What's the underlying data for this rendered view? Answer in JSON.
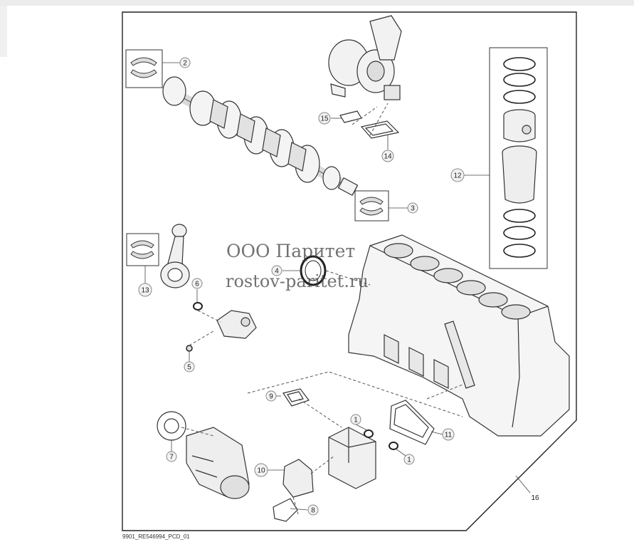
{
  "drawing_id": "9901_RE546994_PCD_01",
  "watermark": {
    "line1": "ООО Паритет",
    "line2": "rostov-paritet.ru"
  },
  "callouts": [
    {
      "n": "1"
    },
    {
      "n": "1"
    },
    {
      "n": "2"
    },
    {
      "n": "3"
    },
    {
      "n": "4"
    },
    {
      "n": "5"
    },
    {
      "n": "6"
    },
    {
      "n": "7"
    },
    {
      "n": "8"
    },
    {
      "n": "9"
    },
    {
      "n": "10"
    },
    {
      "n": "11"
    },
    {
      "n": "12"
    },
    {
      "n": "13"
    },
    {
      "n": "14"
    },
    {
      "n": "15"
    },
    {
      "n": "16"
    }
  ],
  "parts": [
    "main-bearing-shells",
    "thrust-bearing-shells",
    "crankshaft",
    "turbocharger",
    "turbo-gasket",
    "exhaust-gasket",
    "piston-rings-upper",
    "piston",
    "cylinder-liner",
    "liner-seal-rings",
    "rod-bearing-shells",
    "connecting-rod",
    "rear-crank-seal",
    "oil-pump",
    "o-ring",
    "cylinder-block",
    "cover-gasket",
    "oil-cooler",
    "cooler-gasket",
    "water-pump",
    "water-pump-gasket",
    "thermostat-housing",
    "housing-gasket"
  ]
}
